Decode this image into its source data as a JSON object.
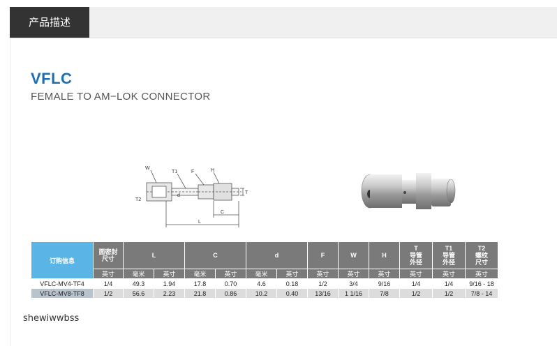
{
  "tab": {
    "label": "产品描述"
  },
  "product": {
    "code": "VFLC",
    "name": "FEMALE TO AM−LOK CONNECTOR"
  },
  "drawing": {
    "labels": {
      "w": "W",
      "t1": "T1",
      "f": "F",
      "h": "H",
      "t2": "T2",
      "d": "d",
      "t": "T",
      "c": "C",
      "l": "L"
    }
  },
  "spec_table": {
    "headers": {
      "order": "订购信息",
      "size": "面密封\n尺寸",
      "l": "L",
      "c": "C",
      "d": "d",
      "f": "F",
      "w": "W",
      "h": "H",
      "t": "T\n导管\n外径",
      "t1": "T1\n导管\n外径",
      "t2": "T2\n螺纹\n尺寸"
    },
    "units": [
      "英寸",
      "毫米",
      "英寸",
      "毫米",
      "英寸",
      "毫米",
      "英寸",
      "英寸",
      "英寸",
      "英寸",
      "英寸",
      "英寸",
      "英寸"
    ],
    "rows": [
      [
        "VFLC-MV4-TF4",
        "1/4",
        "49.3",
        "1.94",
        "17.8",
        "0.70",
        "4.6",
        "0.18",
        "1/2",
        "3/4",
        "9/16",
        "1/4",
        "1/4",
        "9/16 - 18"
      ],
      [
        "VFLC-MV8-TF8",
        "1/2",
        "56.6",
        "2.23",
        "21.8",
        "0.86",
        "10.2",
        "0.40",
        "13/16",
        "1 1/16",
        "7/8",
        "1/2",
        "1/2",
        "7/8 - 14"
      ]
    ]
  },
  "footer_text": "shewiwwbss"
}
